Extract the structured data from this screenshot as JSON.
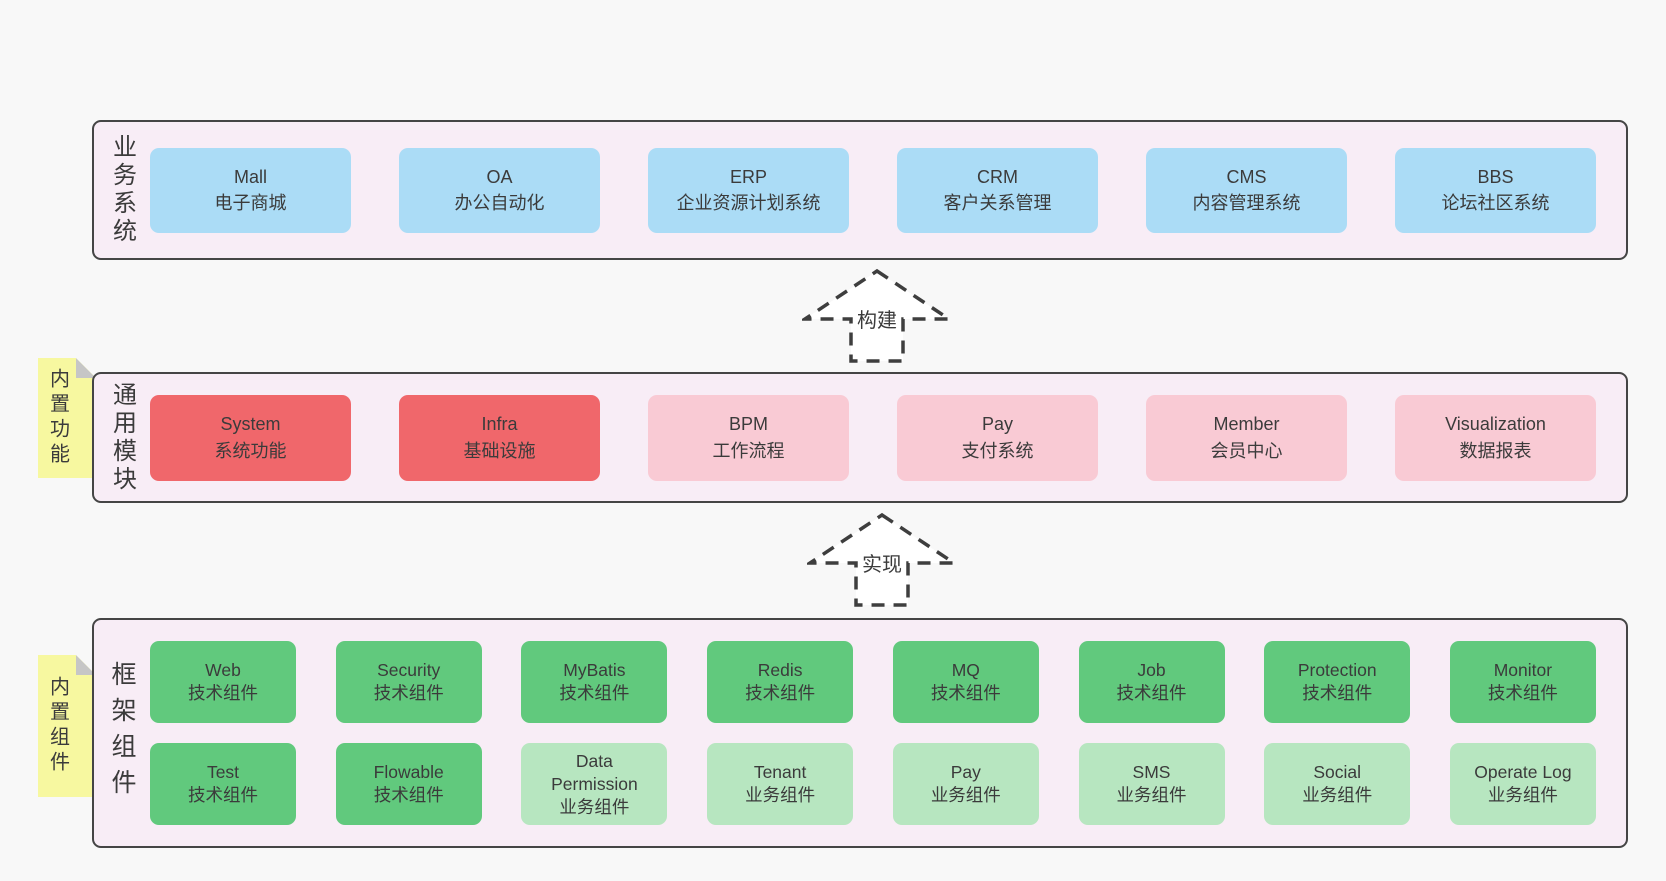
{
  "colors": {
    "bg": "#f8f8f8",
    "band-bg": "#f8edf6",
    "border": "#454545",
    "text": "#3b3b3b",
    "blue": "#abdcf6",
    "red": "#f0676b",
    "pink": "#f9cad4",
    "green": "#61c97d",
    "lightgreen": "#b7e6c0",
    "sticky": "#f7f8a0",
    "fold": "#c6c6c6",
    "arrow-fill": "#ffffff"
  },
  "stickies": [
    {
      "text": "内置功能"
    },
    {
      "text": "内置组件"
    }
  ],
  "arrows": [
    {
      "label": "构建"
    },
    {
      "label": "实现"
    }
  ],
  "bands": [
    {
      "id": "business-systems",
      "label": "业务系统",
      "rows": [
        [
          {
            "en": "Mall",
            "zh": "电子商城",
            "type": "blue"
          },
          {
            "en": "OA",
            "zh": "办公自动化",
            "type": "blue"
          },
          {
            "en": "ERP",
            "zh": "企业资源计划系统",
            "type": "blue"
          },
          {
            "en": "CRM",
            "zh": "客户关系管理",
            "type": "blue"
          },
          {
            "en": "CMS",
            "zh": "内容管理系统",
            "type": "blue"
          },
          {
            "en": "BBS",
            "zh": "论坛社区系统",
            "type": "blue"
          }
        ]
      ]
    },
    {
      "id": "common-modules",
      "label": "通用模块",
      "rows": [
        [
          {
            "en": "System",
            "zh": "系统功能",
            "type": "red"
          },
          {
            "en": "Infra",
            "zh": "基础设施",
            "type": "red"
          },
          {
            "en": "BPM",
            "zh": "工作流程",
            "type": "pink"
          },
          {
            "en": "Pay",
            "zh": "支付系统",
            "type": "pink"
          },
          {
            "en": "Member",
            "zh": "会员中心",
            "type": "pink"
          },
          {
            "en": "Visualization",
            "zh": "数据报表",
            "type": "pink"
          }
        ]
      ]
    },
    {
      "id": "framework-components",
      "label": "框架组件",
      "rows": [
        [
          {
            "en": "Web",
            "zh": "技术组件",
            "type": "green"
          },
          {
            "en": "Security",
            "zh": "技术组件",
            "type": "green"
          },
          {
            "en": "MyBatis",
            "zh": "技术组件",
            "type": "green"
          },
          {
            "en": "Redis",
            "zh": "技术组件",
            "type": "green"
          },
          {
            "en": "MQ",
            "zh": "技术组件",
            "type": "green"
          },
          {
            "en": "Job",
            "zh": "技术组件",
            "type": "green"
          },
          {
            "en": "Protection",
            "zh": "技术组件",
            "type": "green"
          },
          {
            "en": "Monitor",
            "zh": "技术组件",
            "type": "green"
          }
        ],
        [
          {
            "en": "Test",
            "zh": "技术组件",
            "type": "green"
          },
          {
            "en": "Flowable",
            "zh": "技术组件",
            "type": "green"
          },
          {
            "en": "Data Permission",
            "zh": "业务组件",
            "type": "lightgreen"
          },
          {
            "en": "Tenant",
            "zh": "业务组件",
            "type": "lightgreen"
          },
          {
            "en": "Pay",
            "zh": "业务组件",
            "type": "lightgreen"
          },
          {
            "en": "SMS",
            "zh": "业务组件",
            "type": "lightgreen"
          },
          {
            "en": "Social",
            "zh": "业务组件",
            "type": "lightgreen"
          },
          {
            "en": "Operate Log",
            "zh": "业务组件",
            "type": "lightgreen"
          }
        ]
      ]
    }
  ]
}
